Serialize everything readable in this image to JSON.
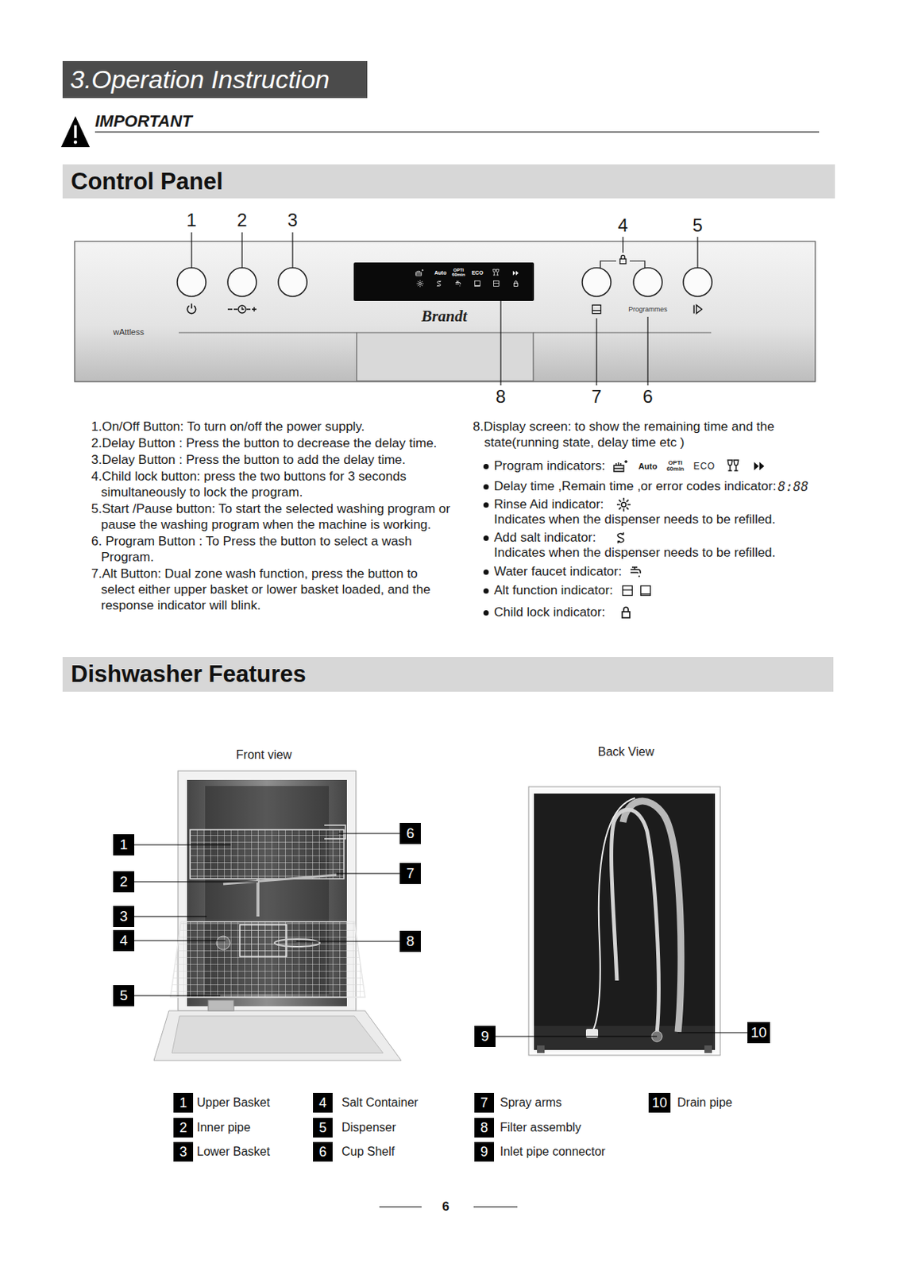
{
  "diagram": {
    "nodes": [
      {
        "text": [
          "3.Operation Instruction"
        ]
      },
      {
        "text": [
          "Control Panel"
        ]
      },
      {
        "text": [
          "Dishwasher Features"
        ]
      },
      {
        "text": [
          "1"
        ]
      },
      {
        "text": [
          "2"
        ]
      },
      {
        "text": [
          "3"
        ]
      },
      {
        "text": [
          "4"
        ]
      },
      {
        "text": [
          "5"
        ]
      },
      {
        "text": [
          "6"
        ]
      },
      {
        "text": [
          "7"
        ]
      },
      {
        "text": [
          "8"
        ]
      },
      {
        "text": [
          "9"
        ]
      },
      {
        "text": [
          "10"
        ]
      },
      {
        "text": [
          "1"
        ]
      },
      {
        "text": [
          "2"
        ]
      },
      {
        "text": [
          "3"
        ]
      },
      {
        "text": [
          "4"
        ]
      },
      {
        "text": [
          "5"
        ]
      },
      {
        "text": [
          "6"
        ]
      },
      {
        "text": [
          "7"
        ]
      },
      {
        "text": [
          "8"
        ]
      },
      {
        "text": [
          "9"
        ]
      },
      {
        "text": [
          "10"
        ]
      }
    ],
    "labels": [
      "IMPORTANT",
      "1",
      "2",
      "3",
      "4",
      "5",
      "Auto",
      "OPTI 60min",
      "ECO",
      "Brandt",
      "wAttless",
      "Programmes",
      "8",
      "7",
      "6",
      "1.On/Off Button: To turn on/off the power supply.",
      "2.Delay Button : Press the button to decrease the delay time.",
      "3.Delay Button : Press the button to add the delay time.",
      "4.Child lock button: press the two buttons for 3 seconds simultaneously to lock the program.",
      "5.Start /Pause button: To start the selected washing program or pause the washing program when the machine is working.",
      "6. Program Button : To Press the button to select a wash Program.",
      "7.Alt Button: Dual zone wash function, press the button to select either upper basket or lower basket loaded, and the response indicator will blink.",
      "8.Display screen: to show the remaining time and the state(running state, delay time etc )",
      "Program indicators:",
      "Auto",
      "OPTI 60min",
      "ECO",
      "Delay time ,Remain time ,or error codes indicator:",
      "8:88",
      "Rinse Aid indicator:",
      "Indicates when the dispenser needs to be refilled.",
      "Add salt indicator:",
      "Indicates when the dispenser needs to be refilled.",
      "Water faucet indicator:",
      "Alt function indicator:",
      "Child lock indicator:",
      "Front view",
      "Back View",
      "Upper Basket",
      "Inner pipe",
      "Lower Basket",
      "Salt Container",
      "Dispenser",
      "Cup Shelf",
      "Spray arms",
      "Filter assembly",
      "Inlet pipe connector",
      "Drain pipe",
      "6"
    ]
  }
}
